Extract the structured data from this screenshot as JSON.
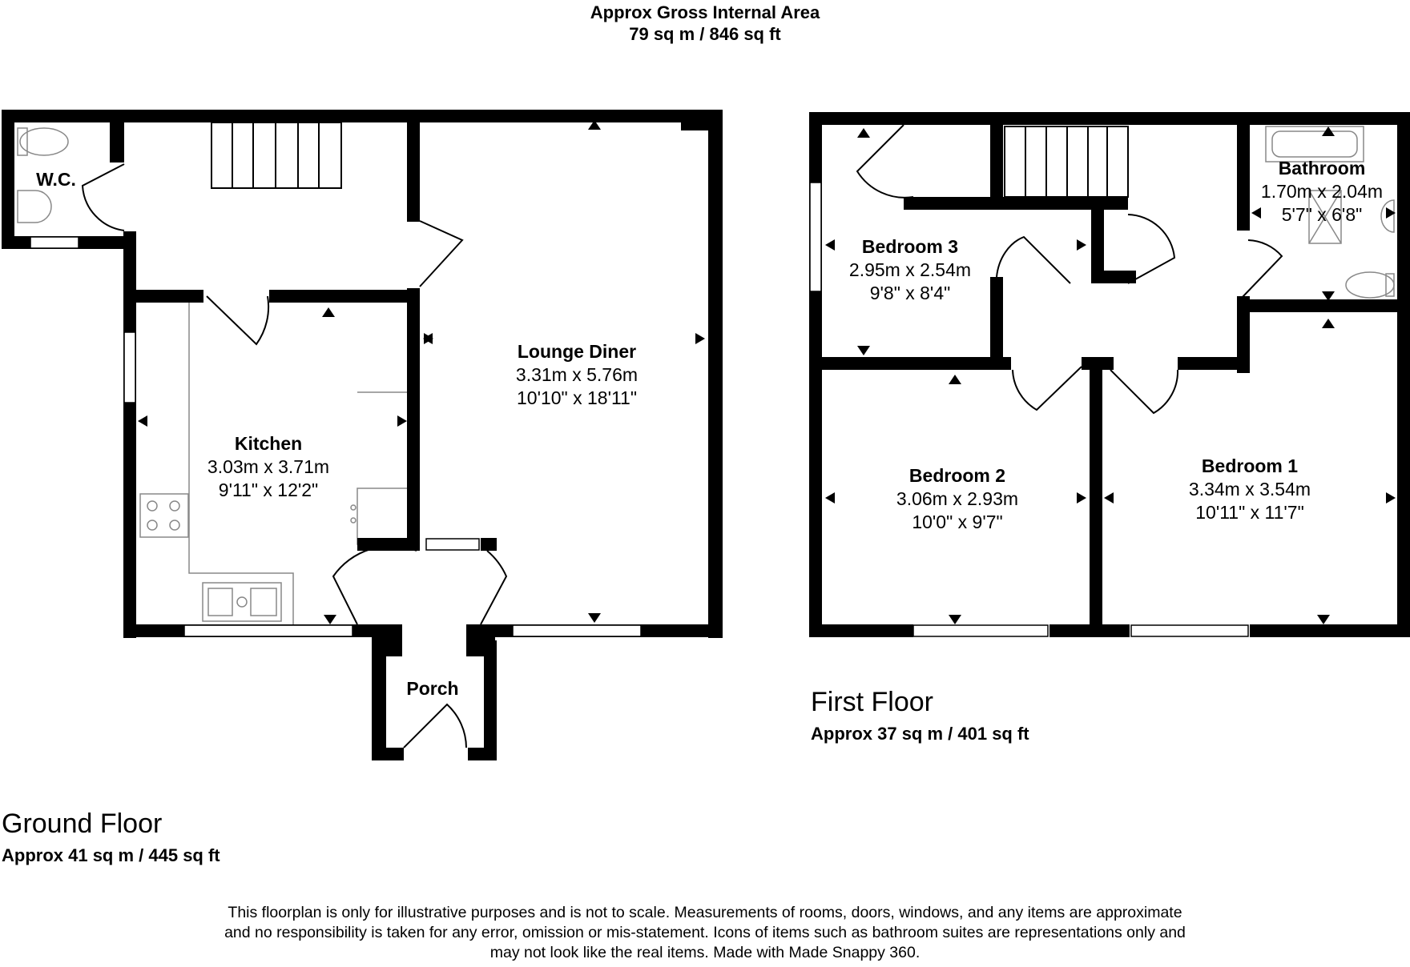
{
  "header": {
    "title": "Approx Gross Internal Area",
    "total_area": "79 sq m / 846 sq ft"
  },
  "ground_floor": {
    "name": "Ground Floor",
    "area": "Approx 41 sq m / 445 sq ft",
    "rooms": {
      "wc": {
        "name": "W.C."
      },
      "kitchen": {
        "name": "Kitchen",
        "metric": "3.03m x 3.71m",
        "imperial": "9'11\" x 12'2\""
      },
      "lounge": {
        "name": "Lounge Diner",
        "metric": "3.31m x 5.76m",
        "imperial": "10'10\" x 18'11\""
      },
      "porch": {
        "name": "Porch"
      }
    }
  },
  "first_floor": {
    "name": "First Floor",
    "area": "Approx 37 sq m / 401 sq ft",
    "rooms": {
      "bedroom3": {
        "name": "Bedroom 3",
        "metric": "2.95m x 2.54m",
        "imperial": "9'8\" x 8'4\""
      },
      "bathroom": {
        "name": "Bathroom",
        "metric": "1.70m x 2.04m",
        "imperial": "5'7\" x 6'8\""
      },
      "bedroom2": {
        "name": "Bedroom 2",
        "metric": "3.06m x 2.93m",
        "imperial": "10'0\" x 9'7\""
      },
      "bedroom1": {
        "name": "Bedroom 1",
        "metric": "3.34m x 3.54m",
        "imperial": "10'11\" x 11'7\""
      }
    }
  },
  "disclaimer": [
    "This floorplan is only for illustrative purposes and is not to scale. Measurements of rooms, doors, windows, and any items are approximate",
    "and no responsibility is taken for any error, omission or mis-statement. Icons of items such as bathroom suites are representations only and",
    "may not look like the real items. Made with Made Snappy 360."
  ],
  "colors": {
    "wall": "#000000",
    "fixture": "#888888",
    "background": "#ffffff"
  }
}
